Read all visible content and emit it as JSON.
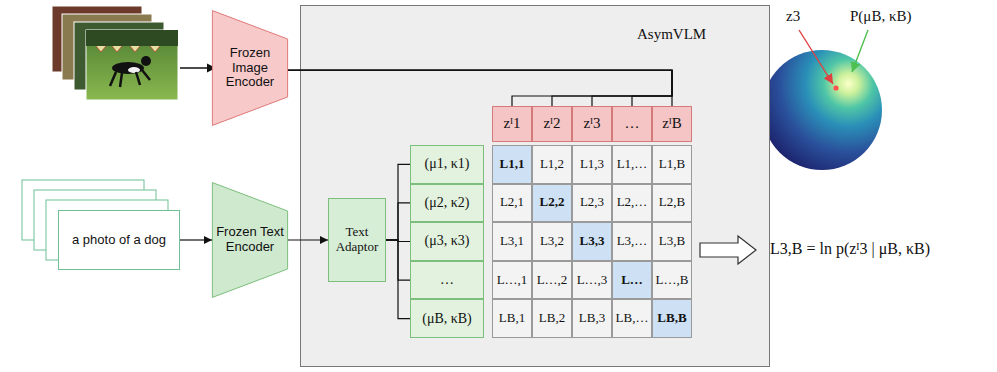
{
  "diagram": {
    "nodes": [
      {
        "text": [
          "Frozen Image Encoder"
        ]
      },
      {
        "text": [
          "AsymVLM"
        ]
      },
      {
        "text": [
          "zᴵ1"
        ],
        "in": 1
      },
      {
        "text": [
          "zᴵ2"
        ],
        "in": 1
      },
      {
        "text": [
          "zᴵ3"
        ],
        "in": 1
      },
      {
        "text": [
          "…"
        ],
        "in": 1
      },
      {
        "text": [
          "zᴵB"
        ],
        "in": 1
      },
      {
        "text": [
          "a photo of a dog"
        ]
      },
      {
        "text": [
          "Frozen Text Encoder"
        ]
      },
      {
        "text": [
          "Text Adaptor"
        ],
        "in": 1
      },
      {
        "text": [
          "(μ1, κ1)"
        ],
        "in": 1
      },
      {
        "text": [
          "(μ2, κ2)"
        ],
        "in": 1
      },
      {
        "text": [
          "(μ3, κ3)"
        ],
        "in": 1
      },
      {
        "text": [
          "…"
        ],
        "in": 1
      },
      {
        "text": [
          "(μB, κB)"
        ],
        "in": 1
      },
      {
        "text": [
          "L1,1"
        ],
        "in": 1
      },
      {
        "text": [
          "L1,2"
        ],
        "in": 1
      },
      {
        "text": [
          "L1,3"
        ],
        "in": 1
      },
      {
        "text": [
          "L1,…"
        ],
        "in": 1
      },
      {
        "text": [
          "L1,B"
        ],
        "in": 1
      },
      {
        "text": [
          "L2,1"
        ],
        "in": 1
      },
      {
        "text": [
          "L2,2"
        ],
        "in": 1
      },
      {
        "text": [
          "L2,3"
        ],
        "in": 1
      },
      {
        "text": [
          "L2,…"
        ],
        "in": 1
      },
      {
        "text": [
          "L2,B"
        ],
        "in": 1
      },
      {
        "text": [
          "L3,1"
        ],
        "in": 1
      },
      {
        "text": [
          "L3,2"
        ],
        "in": 1
      },
      {
        "text": [
          "L3,3"
        ],
        "in": 1
      },
      {
        "text": [
          "L3,…"
        ],
        "in": 1
      },
      {
        "text": [
          "L3,B"
        ],
        "in": 1
      },
      {
        "text": [
          "L…,1"
        ],
        "in": 1
      },
      {
        "text": [
          "L…,2"
        ],
        "in": 1
      },
      {
        "text": [
          "L…,3"
        ],
        "in": 1
      },
      {
        "text": [
          "L…"
        ],
        "in": 1
      },
      {
        "text": [
          "L…,B"
        ],
        "in": 1
      },
      {
        "text": [
          "LB,1"
        ],
        "in": 1
      },
      {
        "text": [
          "LB,2"
        ],
        "in": 1
      },
      {
        "text": [
          "LB,3"
        ],
        "in": 1
      },
      {
        "text": [
          "LB,…"
        ],
        "in": 1
      },
      {
        "text": [
          "LB,B"
        ],
        "in": 1
      }
    ],
    "edges": [
      {
        "from": 0,
        "to": 2,
        "arrow": "none"
      },
      {
        "from": 0,
        "to": 3,
        "arrow": "none"
      },
      {
        "from": 0,
        "to": 4,
        "arrow": "none"
      },
      {
        "from": 0,
        "to": 5,
        "arrow": "none"
      },
      {
        "from": 0,
        "to": 6,
        "arrow": "none"
      },
      {
        "from": 7,
        "to": 8,
        "arrow": "to"
      },
      {
        "from": 8,
        "to": 9,
        "arrow": "to"
      },
      {
        "from": 9,
        "to": 10,
        "arrow": "none"
      },
      {
        "from": 9,
        "to": 11,
        "arrow": "none"
      },
      {
        "from": 9,
        "to": 12,
        "arrow": "none"
      },
      {
        "from": 9,
        "to": 13,
        "arrow": "none"
      },
      {
        "from": 9,
        "to": 14,
        "arrow": "none"
      }
    ],
    "labels": [
      "z3",
      "P(μB, κB)",
      "L3,B = ln p(zᴵ3 | μB, κB)"
    ]
  }
}
